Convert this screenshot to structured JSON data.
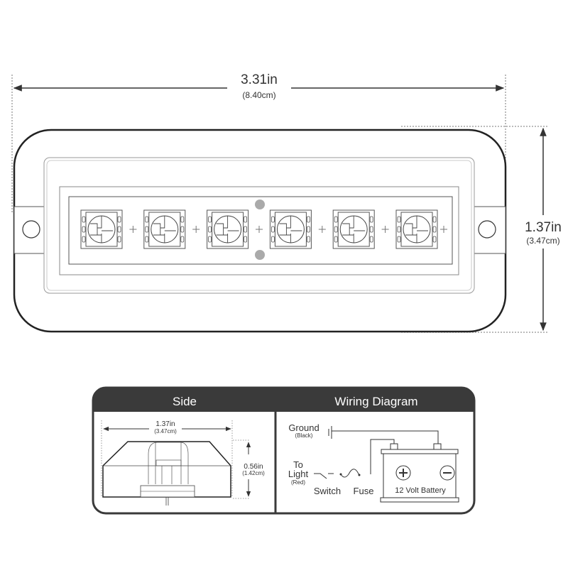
{
  "top_dimension": {
    "inches": "3.31in",
    "cm": "(8.40cm)"
  },
  "right_dimension": {
    "inches": "1.37in",
    "cm": "(3.47cm)"
  },
  "led_count": 6,
  "bottom_panel": {
    "side": {
      "title": "Side",
      "width_in": "1.37in",
      "width_cm": "(3.47cm)",
      "height_in": "0.56in",
      "height_cm": "(1.42cm)"
    },
    "wiring": {
      "title": "Wiring Diagram",
      "ground": "Ground",
      "ground_color": "(Black)",
      "to": "To",
      "light": "Light",
      "light_color": "(Red)",
      "switch": "Switch",
      "fuse": "Fuse",
      "battery": "12 Volt Battery"
    }
  }
}
